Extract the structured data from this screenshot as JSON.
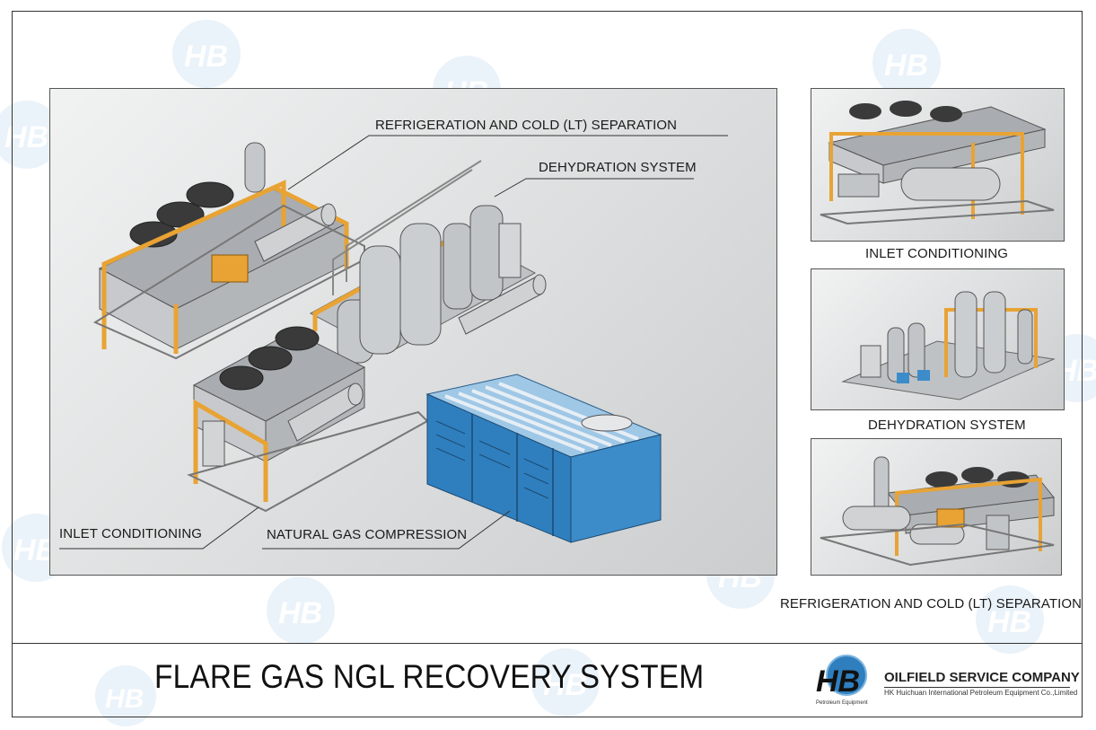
{
  "title": "FLARE GAS NGL RECOVERY SYSTEM",
  "company": {
    "name": "OILFIELD SERVICE COMPANY",
    "full_name": "HK Huichuan International Petroleum Equipment Co.,Limited",
    "logo_text": "HB",
    "logo_caption": "Petroleum Equipment"
  },
  "main_view": {
    "labels": {
      "refrigeration": "REFRIGERATION AND COLD (LT) SEPARATION",
      "dehydration": "DEHYDRATION SYSTEM",
      "inlet": "INLET CONDITIONING",
      "compression": "NATURAL GAS COMPRESSION"
    }
  },
  "side_views": [
    {
      "caption": "INLET CONDITIONING"
    },
    {
      "caption": "DEHYDRATION SYSTEM"
    },
    {
      "caption": "REFRIGERATION AND COLD (LT) SEPARATION"
    }
  ],
  "colors": {
    "frame_orange": "#e8a334",
    "container_blue": "#2f7fbf",
    "equipment_grey": "#b8bcc0",
    "watermark_blue": "#cfe3f3"
  },
  "icons": {
    "logo": "hb-globe-logo",
    "watermark": "hb-watermark-logo"
  }
}
